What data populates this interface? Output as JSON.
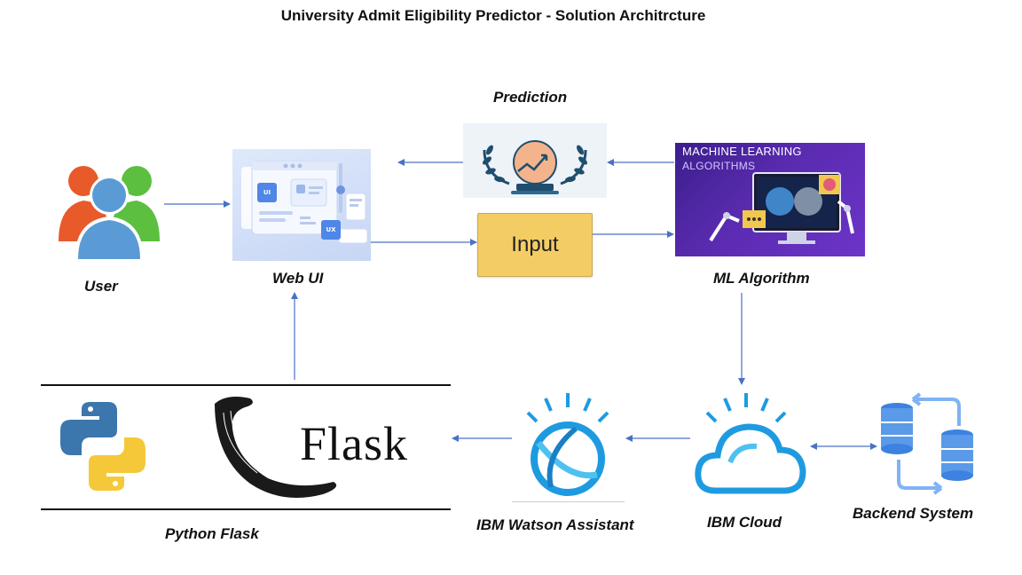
{
  "title": "University Admit Eligibility Predictor - Solution Architrcture",
  "nodes": {
    "user": {
      "label": "User"
    },
    "web_ui": {
      "label": "Web UI",
      "badge_ui": "UI",
      "badge_ux": "UX"
    },
    "prediction": {
      "label": "Prediction"
    },
    "input": {
      "label": "Input"
    },
    "ml_algorithm": {
      "label": "ML Algorithm",
      "banner_line1": "MACHINE LEARNING",
      "banner_line2": "ALGORITHMS"
    },
    "python_flask": {
      "label": "Python Flask",
      "logo_text": "Flask"
    },
    "watson": {
      "label": "IBM Watson Assistant"
    },
    "ibm_cloud": {
      "label": "IBM Cloud"
    },
    "backend": {
      "label": "Backend System"
    }
  },
  "colors": {
    "arrow": "#4a72c4",
    "input_fill": "#f4cc64",
    "ibm_blue": "#1e9be0",
    "ml_purple": "#4a26a0"
  }
}
